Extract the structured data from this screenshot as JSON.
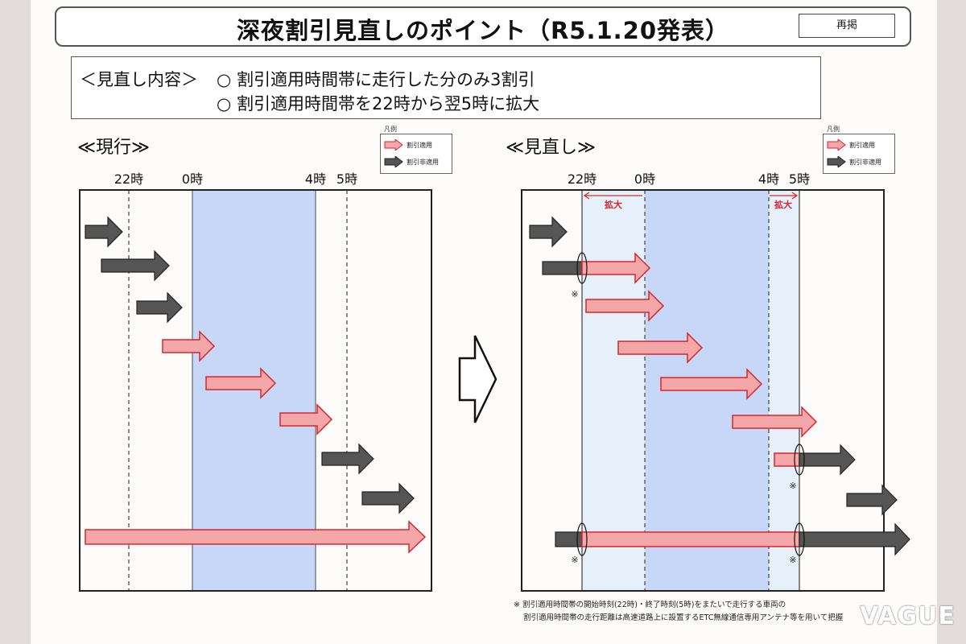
{
  "title": "深夜割引見直しのポイント（R5.1.20発表）",
  "badge": "再掲",
  "review": {
    "label": "＜見直し内容＞",
    "points": [
      "○ 割引適用時間帯に走行した分のみ3割引",
      "○ 割引適用時間帯を22時から翌5時に拡大"
    ]
  },
  "legend": {
    "caption": "凡例",
    "applied": "割引適用",
    "not_applied": "割引非適用"
  },
  "colors": {
    "applied_fill": "#f4a7a9",
    "applied_stroke": "#d9262e",
    "not_applied_fill": "#555555",
    "not_applied_stroke": "#222222",
    "core_band": "#c6d7f7",
    "expanded_band": "#e6f0fb"
  },
  "current": {
    "section_title": "≪現行≫",
    "hour_labels": [
      "22時",
      "0時",
      "4時",
      "5時"
    ]
  },
  "revised": {
    "section_title": "≪見直し≫",
    "hour_labels": [
      "22時",
      "0時",
      "4時",
      "5時"
    ],
    "expand_label": "拡大",
    "mark": "※"
  },
  "note": [
    "※ 割引適用時間帯の開始時刻(22時)・終了時刻(5時)をまたいで走行する車両の",
    "割引適用時間帯の走行距離は高速道路上に設置するETC無線通信専用アンテナ等を用いて把握"
  ],
  "watermark": "VAGUE"
}
